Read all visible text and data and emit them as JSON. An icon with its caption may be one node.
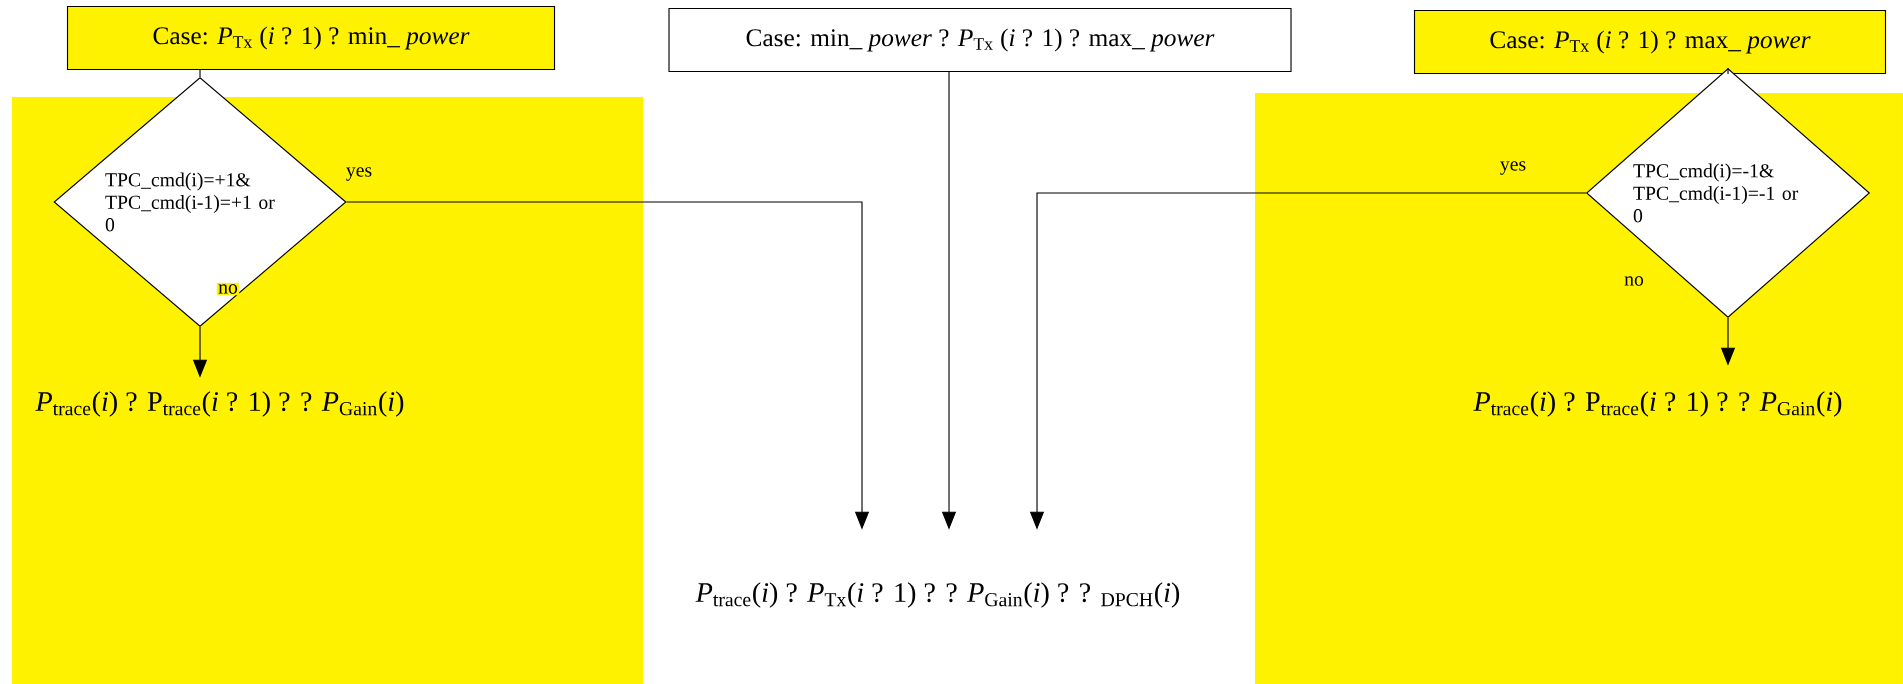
{
  "diagram": {
    "nodes": [
      {
        "text": [
          "Case: *P*$_{Tx}$ (*i* ? 1) ? min_ *power*"
        ]
      },
      {
        "text": [
          "Case: min_ *power* ? *P*$_{Tx}$ (*i* ? 1) ? max_ *power*"
        ]
      },
      {
        "text": [
          "Case: *P*$_{Tx}$ (*i* ? 1) ? max_ *power*"
        ]
      },
      {
        "text": [
          "TPC_cmd(i)=+1& TPC_cmd(i-1)=+1 or 0"
        ]
      },
      {
        "text": [
          "TPC_cmd(i)=-1& TPC_cmd(i-1)=-1 or 0"
        ]
      },
      {
        "text": [
          "*P*$_{trace}$(*i*) ? P$_{trace}$(*i* ? 1) ? ? *P*$_{Gain}$(*i*)"
        ]
      },
      {
        "text": [
          "*P*$_{trace}$(*i*) ? P$_{trace}$(*i* ? 1) ? ? *P*$_{Gain}$(*i*)"
        ]
      },
      {
        "text": [
          "*P*$_{trace}$(*i*) ? *P*$_{Tx}$(*i* ? 1) ? ? *P*$_{Gain}$(*i*) ? ? $_{DPCH}$(*i*)"
        ]
      }
    ],
    "edges": [
      {
        "from": 0,
        "to": 3,
        "arrow": "none"
      },
      {
        "from": 3,
        "to": 5,
        "arrow": "to",
        "label": "no"
      },
      {
        "from": 3,
        "to": 7,
        "arrow": "to",
        "label": "yes"
      },
      {
        "from": 1,
        "to": 7,
        "arrow": "to"
      },
      {
        "from": 2,
        "to": 4,
        "arrow": "none"
      },
      {
        "from": 4,
        "to": 7,
        "arrow": "to",
        "label": "yes"
      },
      {
        "from": 4,
        "to": 6,
        "arrow": "to",
        "label": "no"
      }
    ]
  }
}
